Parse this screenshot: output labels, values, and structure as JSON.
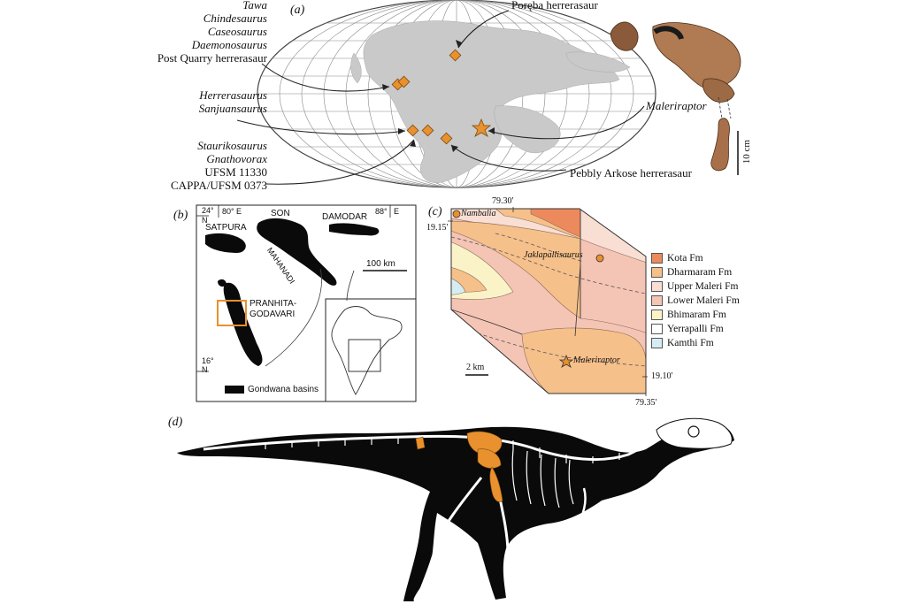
{
  "panel_a": {
    "letter": "(a)",
    "group1": [
      "Tawa",
      "Chindesaurus",
      "Caseosaurus",
      "Daemonosaurus"
    ],
    "group1_last": "Post Quarry herrerasaur",
    "group2": [
      "Herrerasaurus",
      "Sanjuansaurus"
    ],
    "group3_italic": [
      "Staurikosaurus",
      "Gnathovorax"
    ],
    "group3_plain": [
      "UFSM 11330",
      "CAPPA/UFSM 0373"
    ],
    "poreba": "Poręba herrerasaur",
    "maleriraptor": "Maleriraptor",
    "pebbly": "Pebbly Arkose herrerasaur",
    "scale": "10 cm"
  },
  "panel_b": {
    "letter": "(b)",
    "lat_top": "24°",
    "lat_top_n": "N",
    "lon_left": "80°",
    "lon_left_e": "E",
    "lon_right": "88°",
    "lon_right_e": "E",
    "satpura": "SATPURA",
    "son": "SON",
    "mahanadi": "MAHANADI",
    "damodar": "DAMODAR",
    "pranhita": "PRANHITA-",
    "godavari": "GODAVARI",
    "scale": "100 km",
    "lat_bottom": "16°",
    "lat_bottom_n": "N",
    "legend": "Gondwana basins"
  },
  "panel_c": {
    "letter": "(c)",
    "coord_top": "79.30'",
    "coord_left": "19.15'",
    "coord_right": "19.10'",
    "coord_bottom": "79.35'",
    "nambalia": "Nambalia",
    "jaklapallisaurus": "Jaklapallisaurus",
    "maleriraptor": "Maleriraptor",
    "scale": "2 km",
    "legend": [
      {
        "label": "Kota Fm",
        "color": "#ec8a5e"
      },
      {
        "label": "Dharmaram Fm",
        "color": "#f6c08a"
      },
      {
        "label": "Upper Maleri Fm",
        "color": "#f8ded3"
      },
      {
        "label": "Lower Maleri Fm",
        "color": "#f4c4b4"
      },
      {
        "label": "Bhimaram Fm",
        "color": "#fbf3c8"
      },
      {
        "label": "Yerrapalli Fm",
        "color": "#ffffff"
      },
      {
        "label": "Kamthi Fm",
        "color": "#d5ecf3"
      }
    ]
  },
  "panel_d": {
    "letter": "(d)"
  },
  "colors": {
    "accent": "#e8912e",
    "land": "#c9c9c9",
    "black": "#0a0a0a"
  }
}
